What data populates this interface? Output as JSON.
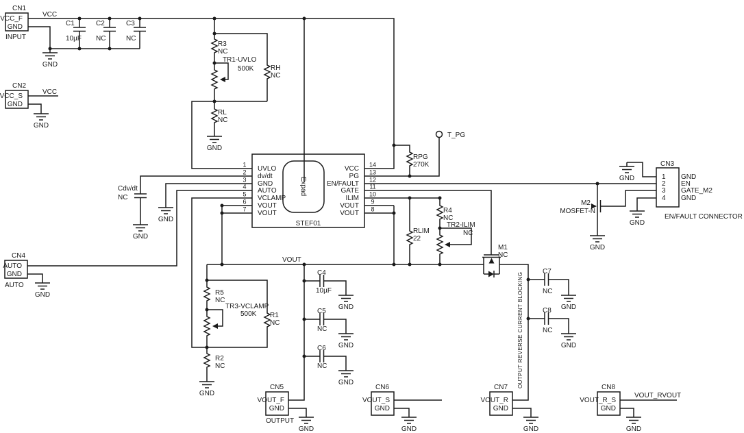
{
  "connectors": {
    "cn1": {
      "title": "CN1",
      "pin1": "VCC_F",
      "pin2": "GND",
      "caption": "INPUT"
    },
    "cn2": {
      "title": "CN2",
      "pin1": "VCC_S",
      "pin2": "GND"
    },
    "cn3": {
      "title": "CN3",
      "n1": "1",
      "n2": "2",
      "n3": "3",
      "n4": "4",
      "pin1": "GND",
      "pin2": "EN",
      "pin3": "GATE_M2",
      "pin4": "GND",
      "caption": "EN/FAULT CONNECTOR"
    },
    "cn4": {
      "title": "CN4",
      "pin1": "AUTO",
      "pin2": "GND",
      "caption": "AUTO"
    },
    "cn5": {
      "title": "CN5",
      "pin1": "VOUT_F",
      "pin2": "GND",
      "caption": "OUTPUT"
    },
    "cn6": {
      "title": "CN6",
      "pin1": "VOUT_S",
      "pin2": "GND"
    },
    "cn7": {
      "title": "CN7",
      "pin1": "VOUT_R",
      "pin2": "GND"
    },
    "cn8": {
      "title": "CN8",
      "pin1": "VOUT_R_S",
      "pin2": "GND",
      "net": "VOUT_RVOUT"
    }
  },
  "ic": {
    "name": "STEF01",
    "pad": "Expad",
    "pins_left": [
      {
        "n": "1",
        "label": "UVLO"
      },
      {
        "n": "2",
        "label": "dv/dt"
      },
      {
        "n": "3",
        "label": "GND"
      },
      {
        "n": "4",
        "label": "AUTO"
      },
      {
        "n": "5",
        "label": "VCLAMP"
      },
      {
        "n": "6",
        "label": "VOUT"
      },
      {
        "n": "7",
        "label": "VOUT"
      }
    ],
    "pins_right": [
      {
        "n": "14",
        "label": "VCC"
      },
      {
        "n": "13",
        "label": "PG"
      },
      {
        "n": "12",
        "label": "EN/FAULT"
      },
      {
        "n": "11",
        "label": "GATE"
      },
      {
        "n": "10",
        "label": "ILIM"
      },
      {
        "n": "9",
        "label": "VOUT"
      },
      {
        "n": "8",
        "label": "VOUT"
      }
    ]
  },
  "resistors": {
    "r3": {
      "ref": "R3",
      "value": "NC"
    },
    "rh": {
      "ref": "RH",
      "value": "NC"
    },
    "rl": {
      "ref": "RL",
      "value": "NC"
    },
    "rpg": {
      "ref": "RPG",
      "value": "270K"
    },
    "rlim": {
      "ref": "RLIM",
      "value": "22"
    },
    "r4": {
      "ref": "R4",
      "value": "NC"
    },
    "r5": {
      "ref": "R5",
      "value": "NC"
    },
    "r1": {
      "ref": "R1",
      "value": "NC"
    },
    "r2": {
      "ref": "R2",
      "value": "NC"
    }
  },
  "trimmers": {
    "tr1": {
      "ref": "TR1-UVLO",
      "value": "500K"
    },
    "tr2": {
      "ref": "TR2-ILIM",
      "value": "NC"
    },
    "tr3": {
      "ref": "TR3-VCLAMP",
      "value": "500K"
    }
  },
  "capacitors": {
    "c1": {
      "ref": "C1",
      "value": "10µF"
    },
    "c2": {
      "ref": "C2",
      "value": "NC"
    },
    "c3": {
      "ref": "C3",
      "value": "NC"
    },
    "cdvdt": {
      "ref": "Cdv/dt",
      "value": "NC"
    },
    "c4": {
      "ref": "C4",
      "value": "10µF"
    },
    "c5": {
      "ref": "C5",
      "value": "NC"
    },
    "c6": {
      "ref": "C6",
      "value": "NC"
    },
    "c7": {
      "ref": "C7",
      "value": "NC"
    },
    "c8": {
      "ref": "C8",
      "value": "NC"
    }
  },
  "mosfets": {
    "m1": {
      "ref": "M1",
      "value": "NC"
    },
    "m2": {
      "ref": "M2",
      "value": "MOSFET-N"
    }
  },
  "nets": {
    "vcc": "VCC",
    "vout": "VOUT",
    "gnd": "GND",
    "t_pg": "T_PG"
  },
  "annotations": {
    "reverse_block": "OUTPUT REVERSE CURRENT BLOCKING"
  }
}
